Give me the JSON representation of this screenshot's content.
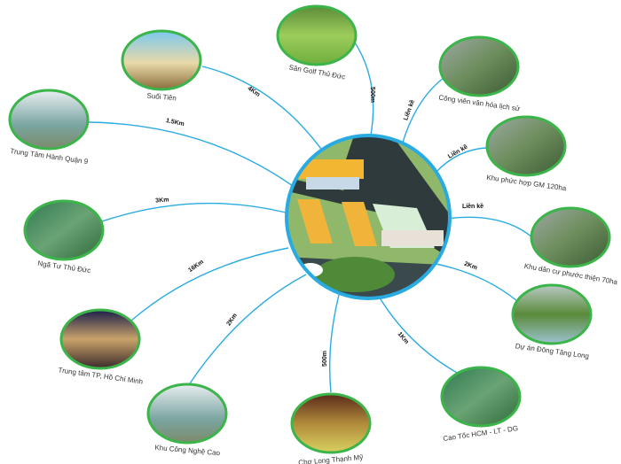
{
  "colors": {
    "line": "#29abe2",
    "node_ring": "#3bb54a",
    "hub_ring": "#29abe2"
  },
  "nodes": [
    {
      "label": "Sân Golf Thủ Đức",
      "distance": "500m"
    },
    {
      "label": "Suối Tiên",
      "distance": "4Km"
    },
    {
      "label": "Trung Tâm Hành Quận 9",
      "distance": "1.5Km"
    },
    {
      "label": "Công viên văn hóa lịch sử",
      "distance": "Liền kề"
    },
    {
      "label": "Khu phức hợp GM 120ha",
      "distance": "Liền kề"
    },
    {
      "label": "Khu dân cư phước thiện 70ha",
      "distance": "Liền kề"
    },
    {
      "label": "Ngã Tư Thủ Đức",
      "distance": "3Km"
    },
    {
      "label": "Trung tâm TP, Hồ Chí Minh",
      "distance": "16Km"
    },
    {
      "label": "Khu Công Nghệ Cao",
      "distance": "2Km"
    },
    {
      "label": "Chợ Long Thạnh Mỹ",
      "distance": "500m"
    },
    {
      "label": "Cao Tốc HCM - LT - DG",
      "distance": "1Km"
    },
    {
      "label": "Dự án Đông Tăng Long",
      "distance": "2Km"
    }
  ]
}
